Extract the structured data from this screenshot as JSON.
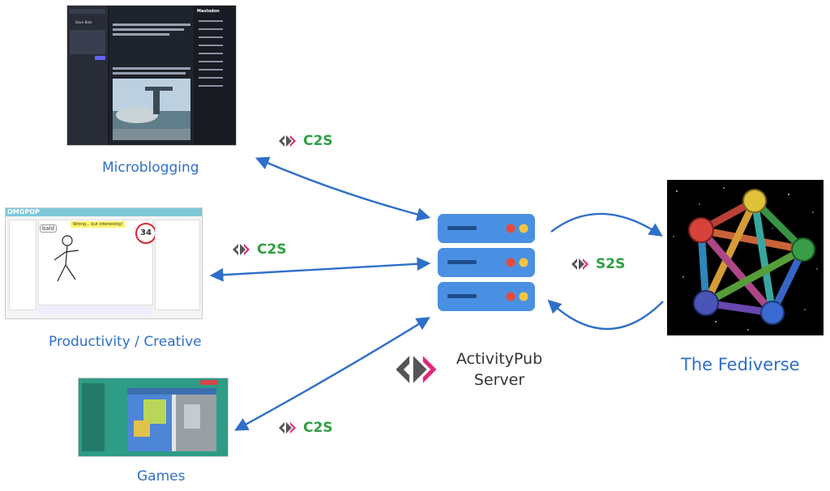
{
  "labels": {
    "microblogging": "Microblogging",
    "productivity": "Productivity / Creative",
    "games": "Games",
    "server_line1": "ActivityPub",
    "server_line2": "Server",
    "fediverse": "The Fediverse"
  },
  "protocols": {
    "c2s_top": "C2S",
    "c2s_mid": "C2S",
    "c2s_bottom": "C2S",
    "s2s": "S2S"
  },
  "colors": {
    "arrow": "#2f6fc9",
    "protocol_text": "#2ea043",
    "logo_pink": "#e0287a",
    "logo_gray": "#555555",
    "server_blue": "#4a90e2",
    "fediverse_bg": "#000000"
  },
  "screens": {
    "microblog": {
      "title": "Mastodon",
      "username": "Dave Bale"
    },
    "draw": {
      "logo": "OMGPOP",
      "canvas_word": "bald",
      "timer": "34",
      "prompt": "Wrong... but interesting!"
    }
  }
}
